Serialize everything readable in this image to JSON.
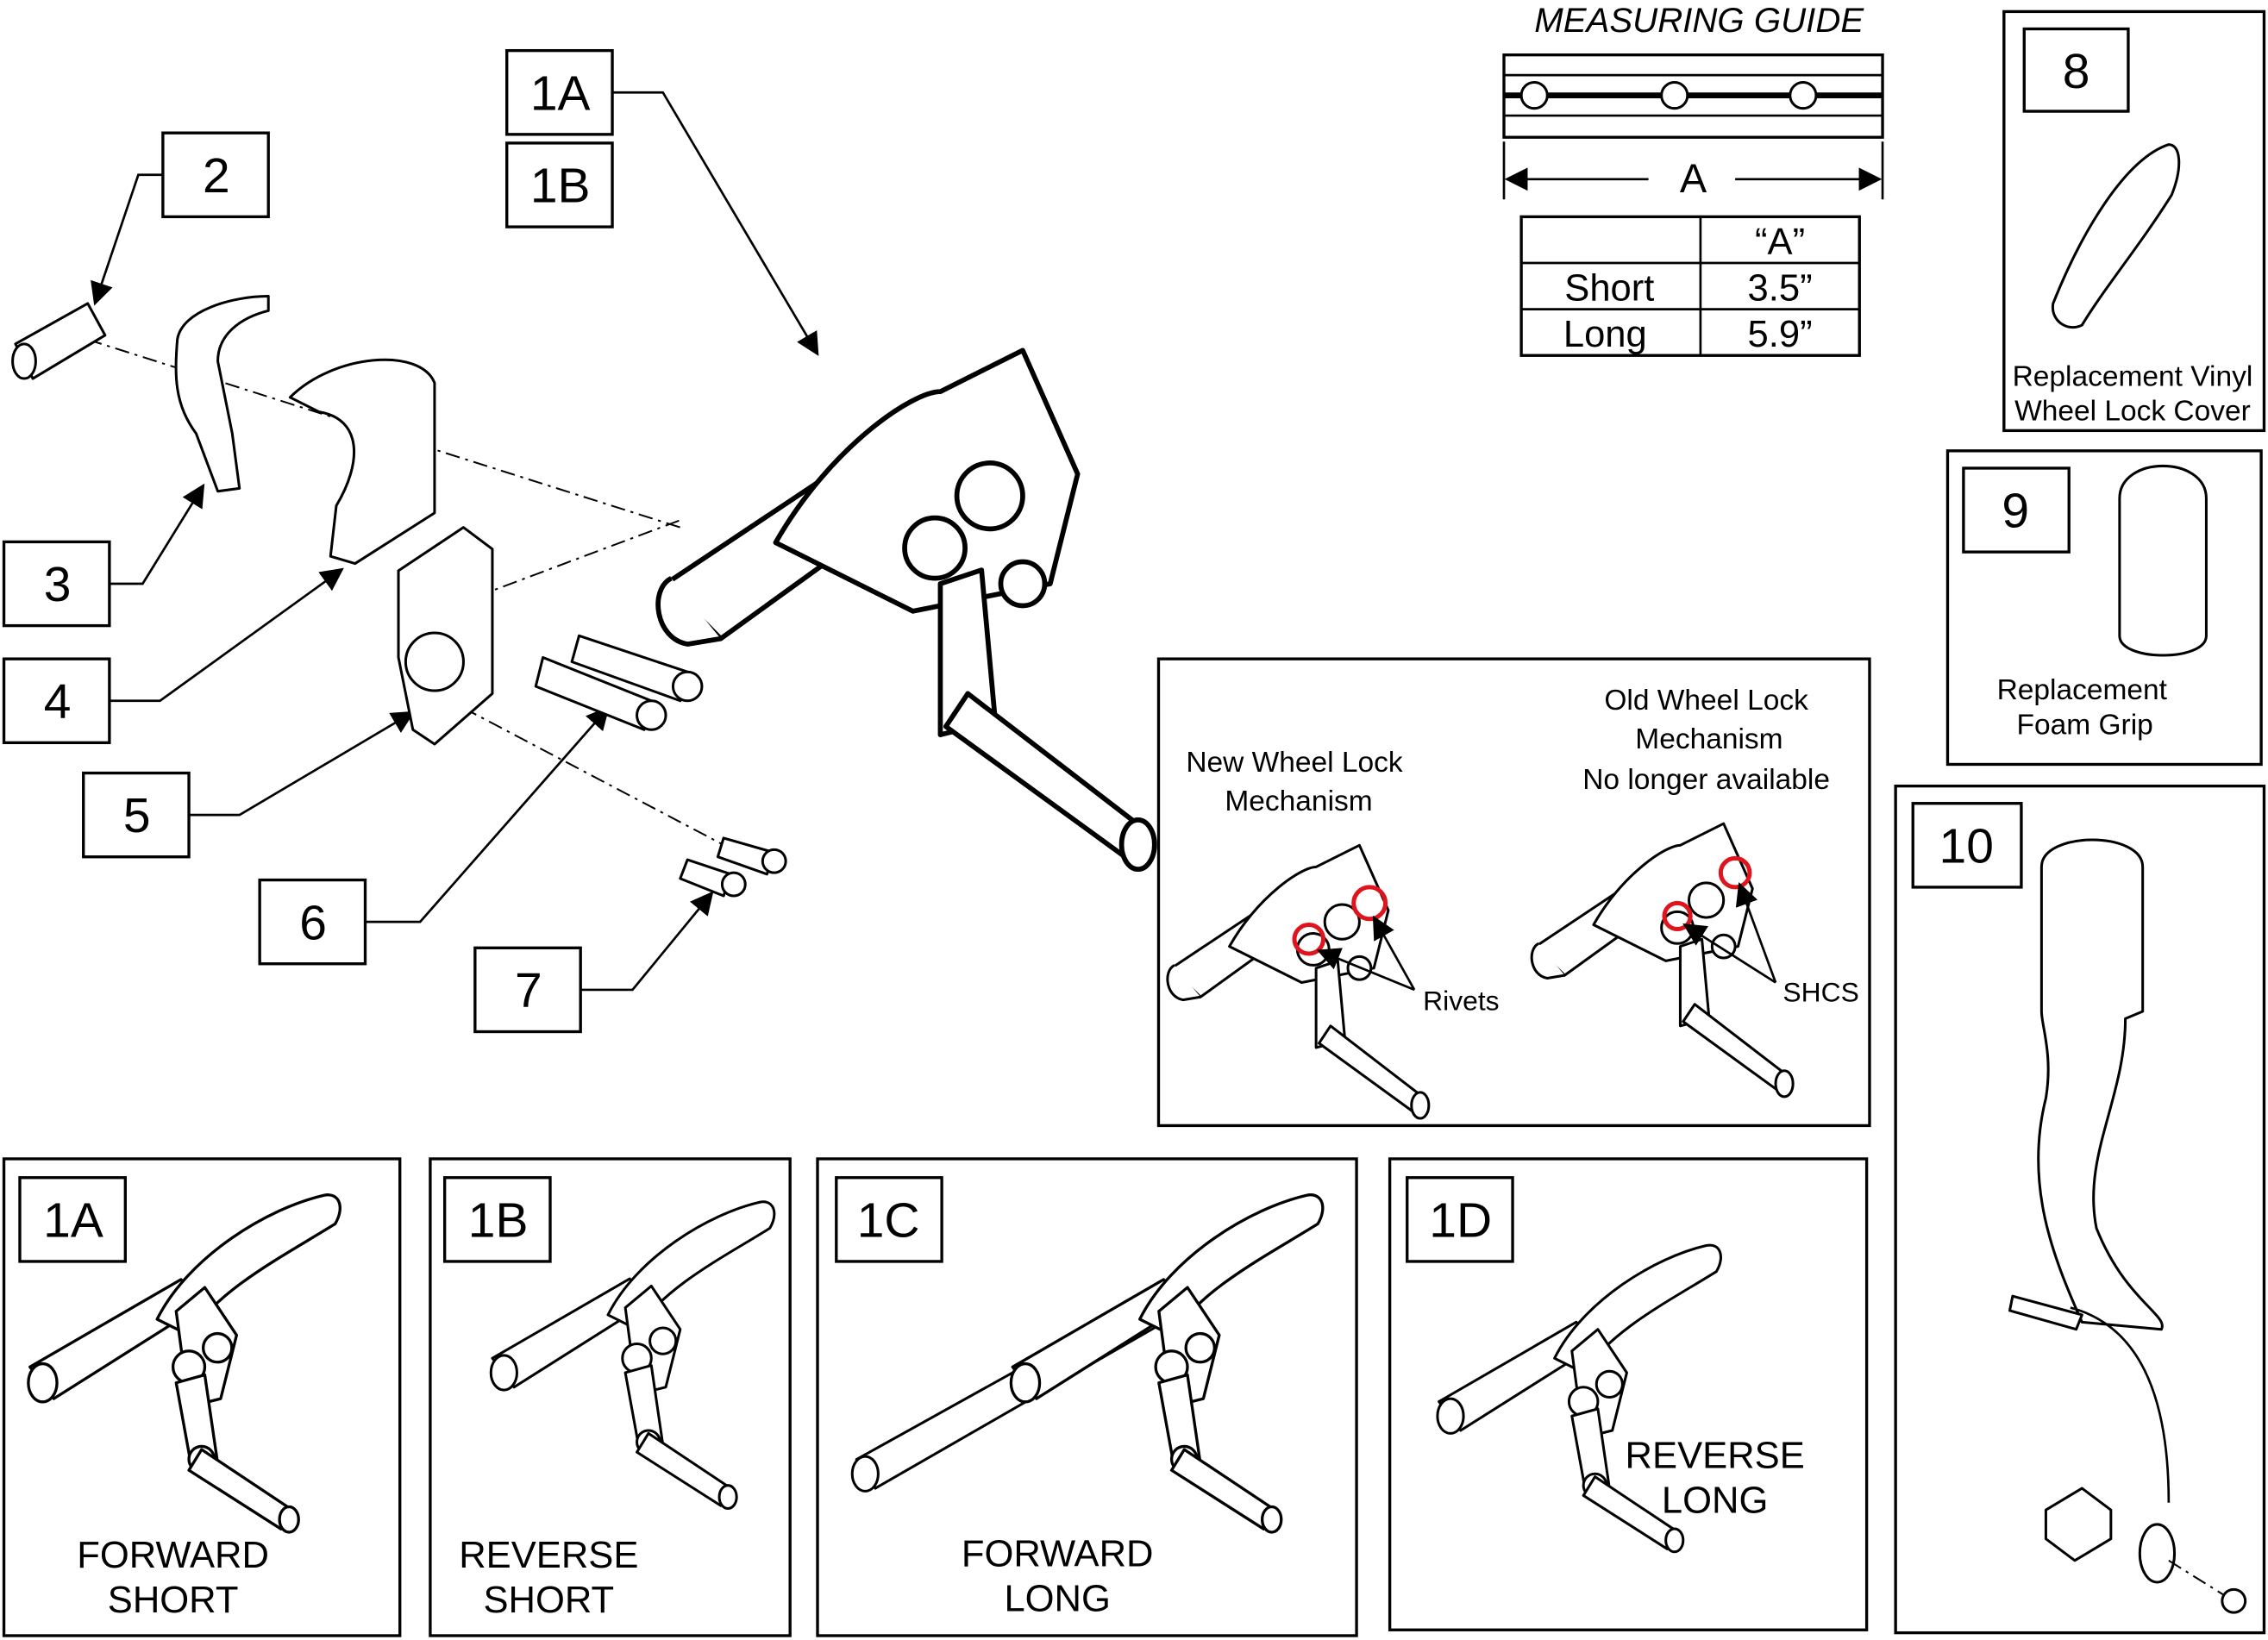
{
  "callouts": {
    "c1a": "1A",
    "c1b": "1B",
    "c2": "2",
    "c3": "3",
    "c4": "4",
    "c5": "5",
    "c6": "6",
    "c7": "7"
  },
  "measuring_guide": {
    "title": "MEASURING GUIDE",
    "dimension_label": "A",
    "table": {
      "header": [
        "",
        "“A”"
      ],
      "rows": [
        [
          "Short",
          "3.5”"
        ],
        [
          "Long",
          "5.9”"
        ]
      ]
    }
  },
  "part8": {
    "number": "8",
    "caption_line1": "Replacement Vinyl",
    "caption_line2": "Wheel Lock Cover"
  },
  "part9": {
    "number": "9",
    "caption_line1": "Replacement",
    "caption_line2": "Foam Grip"
  },
  "part10": {
    "number": "10"
  },
  "mechanism": {
    "new_line1": "New Wheel Lock",
    "new_line2": "Mechanism",
    "old_line1": "Old Wheel Lock",
    "old_line2": "Mechanism",
    "old_line3": "No longer available",
    "rivets_label": "Rivets",
    "shcs_label": "SHCS",
    "highlight_color": "#e0141c"
  },
  "variants": [
    {
      "number": "1A",
      "line1": "FORWARD",
      "line2": "SHORT"
    },
    {
      "number": "1B",
      "line1": "REVERSE",
      "line2": "SHORT"
    },
    {
      "number": "1C",
      "line1": "FORWARD",
      "line2": "LONG"
    },
    {
      "number": "1D",
      "line1": "REVERSE",
      "line2": "LONG"
    }
  ]
}
